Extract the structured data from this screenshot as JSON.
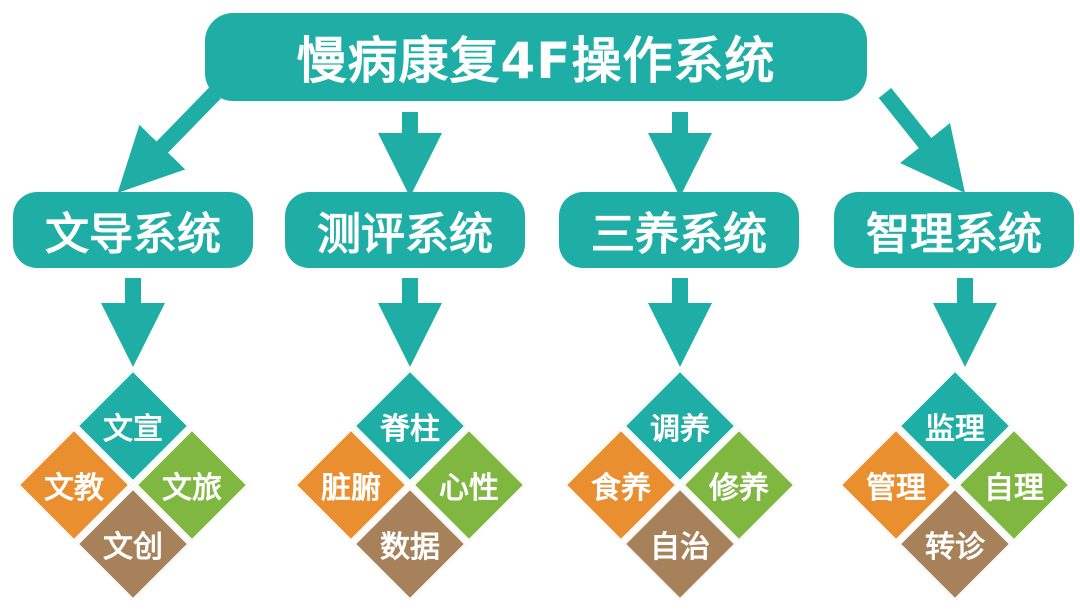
{
  "title": "慢病康复4F操作系统",
  "colors": {
    "teal": "#1eaea6",
    "orange": "#ea8f2f",
    "green": "#7fb741",
    "brown": "#a6815a",
    "white": "#ffffff"
  },
  "systems": [
    {
      "label": "文导系统",
      "top": "文宣",
      "left": "文教",
      "right": "文旅",
      "bottom": "文创"
    },
    {
      "label": "测评系统",
      "top": "脊柱",
      "left": "脏腑",
      "right": "心性",
      "bottom": "数据"
    },
    {
      "label": "三养系统",
      "top": "调养",
      "left": "食养",
      "right": "修养",
      "bottom": "自治"
    },
    {
      "label": "智理系统",
      "top": "监理",
      "left": "管理",
      "right": "自理",
      "bottom": "转诊"
    }
  ]
}
